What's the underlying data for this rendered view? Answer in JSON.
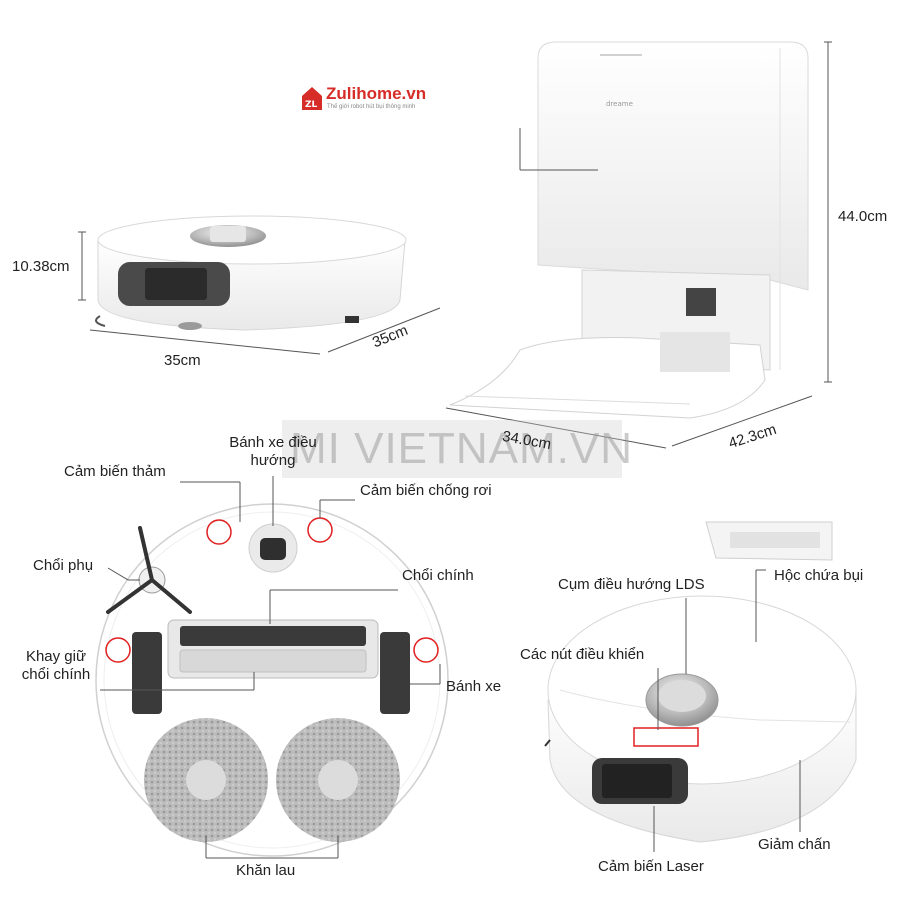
{
  "brand": {
    "name": "Zulihome.vn",
    "tagline": "Thế giới robot hút bụi thông minh",
    "mark": "ZL",
    "color": "#d62d28"
  },
  "watermark": "MI VIETNAM.VN",
  "device_brand": "dreame",
  "dimensions": {
    "robot_height": "10.38cm",
    "robot_width": "35cm",
    "robot_depth": "35cm",
    "station_height": "44.0cm",
    "station_width": "34.0cm",
    "station_depth": "42.3cm"
  },
  "labels": {
    "carpet_sensor": "Cảm biến thảm",
    "steering_wheel": "Bánh xe điều hướng",
    "cliff_sensor": "Cảm biến chống rơi",
    "side_brush": "Chổi phụ",
    "main_brush": "Chổi chính",
    "brush_holder": "Khay giữ chổi chính",
    "wheel": "Bánh xe",
    "mop": "Khăn lau",
    "lds_module": "Cụm điều hướng LDS",
    "dustbin": "Hộc chứa bụi",
    "control_buttons": "Các nút điều khiển",
    "bumper": "Giảm chấn",
    "laser_sensor": "Cảm biến Laser"
  },
  "colors": {
    "highlight_circle": "#e02020",
    "line": "#555555",
    "body": "#ffffff",
    "shade": "#e6e6e6"
  }
}
